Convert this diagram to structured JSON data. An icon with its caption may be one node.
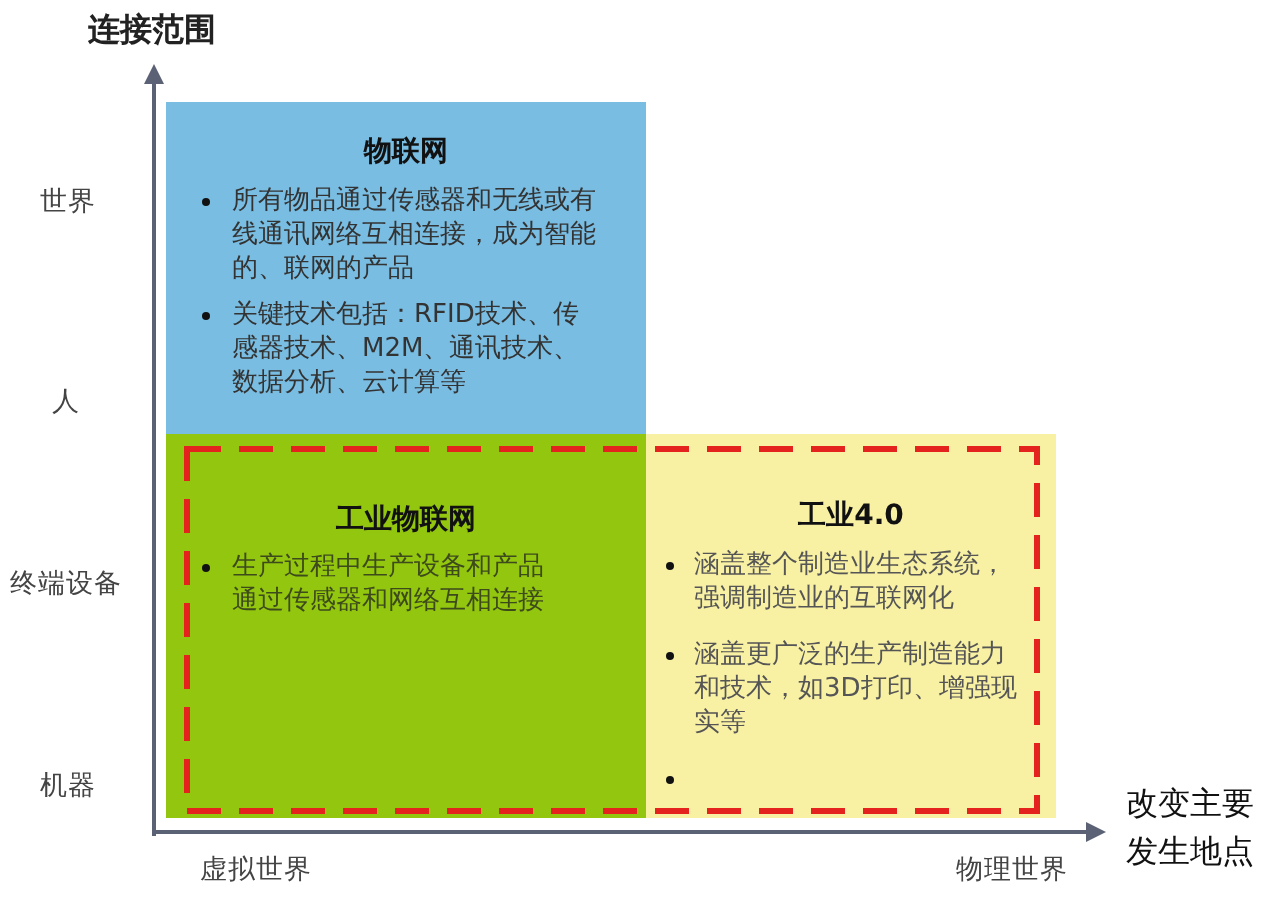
{
  "diagram": {
    "nodes": [
      {
        "text": [
          "物联网",
          "所有物品通过传感器和无线或有线通讯网络互相连接，成为智能的、联网的产品",
          "关键技术包括：RFID技术、传感器技术、M2M、通讯技术、数据分析、云计算等"
        ]
      },
      {
        "text": [
          "工业物联网",
          "生产过程中生产设备和产品通过传感器和网络互相连接"
        ]
      },
      {
        "text": [
          "工业4.0",
          "涵盖整个制造业生态系统，强调制造业的互联网化",
          "涵盖更广泛的生产制造能力和技术，如3D打印、增强现实等"
        ]
      },
      {
        "text": [],
        "shape": "box"
      }
    ],
    "labels": [
      "连接范围",
      "世界",
      "人",
      "终端设备",
      "机器",
      "虚拟世界",
      "物理世界",
      "改变主要发生地点"
    ]
  }
}
